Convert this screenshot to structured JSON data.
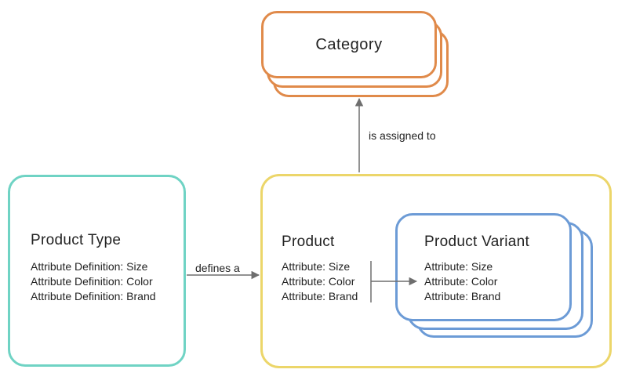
{
  "colors": {
    "category": "#e08a4a",
    "product_type": "#6fd3c4",
    "product": "#ecd66a",
    "product_variant": "#6c9bd6",
    "arrow": "#6e6e6e"
  },
  "nodes": {
    "category": {
      "title": "Category"
    },
    "product_type": {
      "title": "Product Type",
      "attributes": [
        "Attribute Definition: Size",
        "Attribute Definition: Color",
        "Attribute Definition: Brand"
      ]
    },
    "product": {
      "title": "Product",
      "attributes": [
        "Attribute: Size",
        "Attribute: Color",
        "Attribute: Brand"
      ]
    },
    "product_variant": {
      "title": "Product Variant",
      "attributes": [
        "Attribute: Size",
        "Attribute: Color",
        "Attribute: Brand"
      ]
    }
  },
  "edges": {
    "defines": {
      "label": "defines a"
    },
    "assigned": {
      "label": "is assigned to"
    }
  }
}
